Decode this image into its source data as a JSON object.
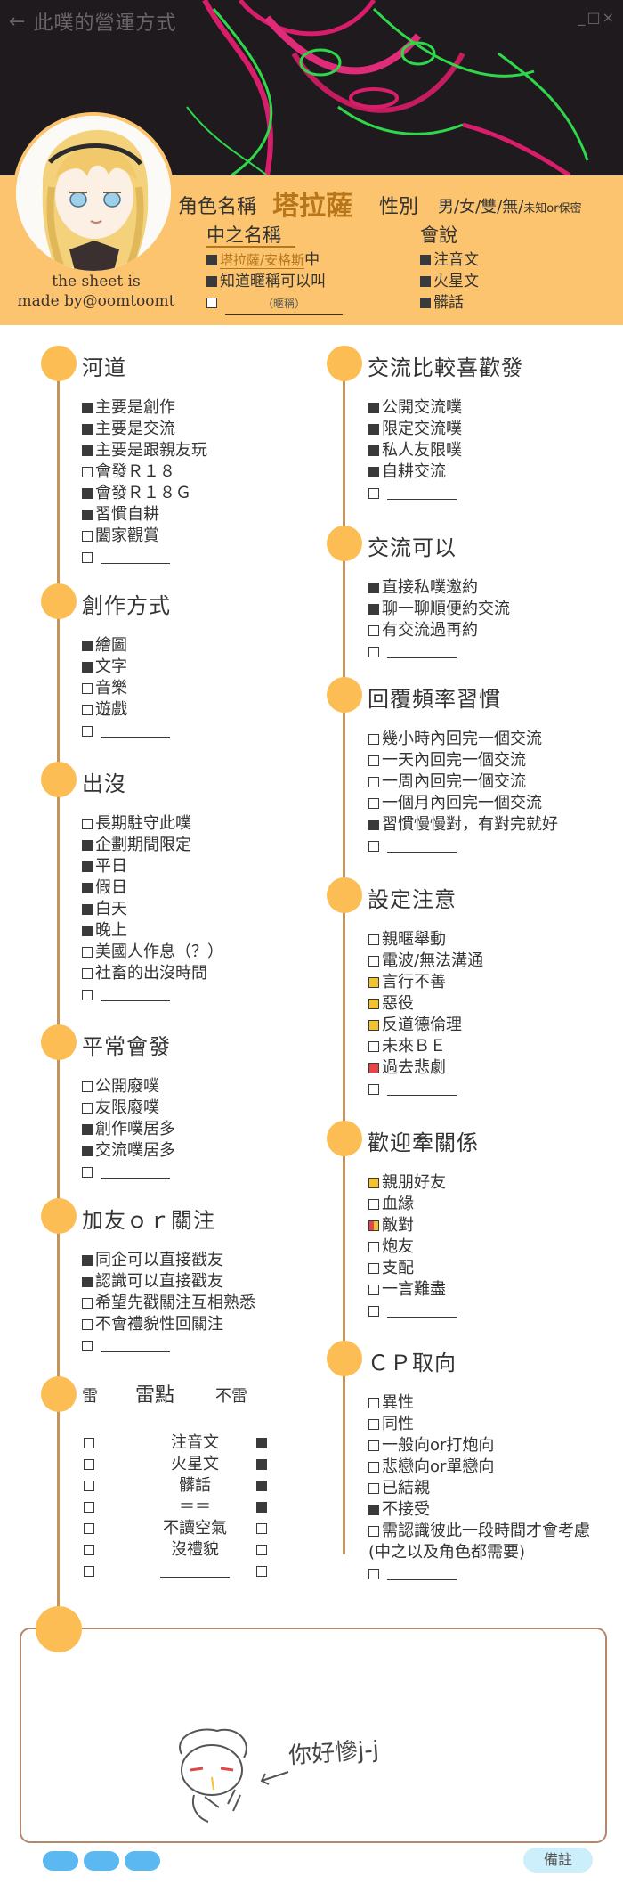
{
  "window": {
    "title": "此噗的營運方式",
    "back_icon": "back-arrow-icon",
    "controls": "_□×"
  },
  "colors": {
    "accent": "#fcc46e",
    "dot": "#fcbe54",
    "line": "#c4945b",
    "title": "#b8761a",
    "banner": "#1e1a1d",
    "pill": "#5bb8f0"
  },
  "credit": {
    "line1": "the sheet is",
    "line2": "made by@oomtoomt"
  },
  "profile": {
    "role_label": "角色名稱",
    "role_name": "塔拉薩",
    "gender_label": "性別",
    "gender_options": "男/女/雙/無/",
    "gender_small": "未知or保密",
    "nickname_title": "中之名稱",
    "nickname_items": [
      {
        "state": "f",
        "accent": "塔拉薩/安格斯",
        "text": "中"
      },
      {
        "state": "f",
        "text": "知道暱稱可以叫"
      },
      {
        "state": "o",
        "text": "",
        "hint": "（暱稱）"
      }
    ],
    "speech_title": "會說",
    "speech_items": [
      {
        "state": "f",
        "text": "注音文"
      },
      {
        "state": "f",
        "text": "火星文"
      },
      {
        "state": "f",
        "text": "髒話"
      }
    ]
  },
  "left_sections": [
    {
      "title": "河道",
      "items": [
        {
          "state": "f",
          "text": "主要是創作"
        },
        {
          "state": "f",
          "text": "主要是交流"
        },
        {
          "state": "f",
          "text": "主要是跟親友玩"
        },
        {
          "state": "o",
          "text": "會發Ｒ１８"
        },
        {
          "state": "f",
          "text": "會發Ｒ１８Ｇ"
        },
        {
          "state": "f",
          "text": "習慣自耕"
        },
        {
          "state": "o",
          "text": "闔家觀賞"
        },
        {
          "state": "o",
          "text": "",
          "blank": true
        }
      ]
    },
    {
      "title": "創作方式",
      "items": [
        {
          "state": "f",
          "text": "繪圖"
        },
        {
          "state": "f",
          "text": "文字"
        },
        {
          "state": "o",
          "text": "音樂"
        },
        {
          "state": "o",
          "text": "遊戲"
        },
        {
          "state": "o",
          "text": "",
          "blank": true
        }
      ]
    },
    {
      "title": "出沒",
      "items": [
        {
          "state": "o",
          "text": "長期駐守此噗"
        },
        {
          "state": "f",
          "text": "企劃期間限定"
        },
        {
          "state": "f",
          "text": "平日"
        },
        {
          "state": "f",
          "text": "假日"
        },
        {
          "state": "f",
          "text": "白天"
        },
        {
          "state": "f",
          "text": "晚上"
        },
        {
          "state": "o",
          "text": "美國人作息（？）"
        },
        {
          "state": "o",
          "text": "社畜的出沒時間"
        },
        {
          "state": "o",
          "text": "",
          "blank": true
        }
      ]
    },
    {
      "title": "平常會發",
      "items": [
        {
          "state": "o",
          "text": "公開廢噗"
        },
        {
          "state": "o",
          "text": "友限廢噗"
        },
        {
          "state": "f",
          "text": "創作噗居多"
        },
        {
          "state": "f",
          "text": "交流噗居多"
        },
        {
          "state": "o",
          "text": "",
          "blank": true
        }
      ]
    },
    {
      "title": "加友ｏｒ關注",
      "items": [
        {
          "state": "f",
          "text": "同企可以直接戳友"
        },
        {
          "state": "f",
          "text": "認識可以直接戳友"
        },
        {
          "state": "o",
          "text": "希望先戳關注互相熟悉"
        },
        {
          "state": "o",
          "text": "不會禮貌性回關注"
        },
        {
          "state": "o",
          "text": "",
          "blank": true
        }
      ]
    }
  ],
  "right_sections": [
    {
      "title": "交流比較喜歡發",
      "items": [
        {
          "state": "f",
          "text": "公開交流噗"
        },
        {
          "state": "f",
          "text": "限定交流噗"
        },
        {
          "state": "f",
          "text": "私人友限噗"
        },
        {
          "state": "f",
          "text": "自耕交流"
        },
        {
          "state": "o",
          "text": "",
          "blank": true
        }
      ]
    },
    {
      "title": "交流可以",
      "items": [
        {
          "state": "f",
          "text": "直接私噗邀約"
        },
        {
          "state": "f",
          "text": "聊一聊順便約交流"
        },
        {
          "state": "o",
          "text": "有交流過再約"
        },
        {
          "state": "o",
          "text": "",
          "blank": true
        }
      ]
    },
    {
      "title": "回覆頻率習慣",
      "items": [
        {
          "state": "o",
          "text": "幾小時內回完一個交流"
        },
        {
          "state": "o",
          "text": "一天內回完一個交流"
        },
        {
          "state": "o",
          "text": "一周內回完一個交流"
        },
        {
          "state": "o",
          "text": "一個月內回完一個交流"
        },
        {
          "state": "f",
          "text": "習慣慢慢對，有對完就好"
        },
        {
          "state": "o",
          "text": "",
          "blank": true
        }
      ]
    },
    {
      "title": "設定注意",
      "items": [
        {
          "state": "o",
          "text": "親暱舉動"
        },
        {
          "state": "o",
          "text": "電波/無法溝通"
        },
        {
          "state": "y",
          "text": "言行不善"
        },
        {
          "state": "y",
          "text": "惡役"
        },
        {
          "state": "y",
          "text": "反道德倫理"
        },
        {
          "state": "o",
          "text": "未來ＢＥ"
        },
        {
          "state": "r",
          "text": "過去悲劇"
        },
        {
          "state": "o",
          "text": "",
          "blank": true
        }
      ]
    },
    {
      "title": "歡迎牽關係",
      "items": [
        {
          "state": "y",
          "text": "親朋好友"
        },
        {
          "state": "o",
          "text": "血緣"
        },
        {
          "state": "ry",
          "text": "敵對"
        },
        {
          "state": "o",
          "text": "炮友"
        },
        {
          "state": "o",
          "text": "支配"
        },
        {
          "state": "o",
          "text": "一言難盡"
        },
        {
          "state": "o",
          "text": "",
          "blank": true
        }
      ]
    },
    {
      "title": "ＣＰ取向",
      "items": [
        {
          "state": "o",
          "text": "異性"
        },
        {
          "state": "o",
          "text": "同性"
        },
        {
          "state": "o",
          "text": "一般向or打炮向"
        },
        {
          "state": "o",
          "text": "悲戀向or單戀向"
        },
        {
          "state": "o",
          "text": "已結親"
        },
        {
          "state": "f",
          "text": "不接受"
        },
        {
          "state": "o",
          "text": "需認識彼此一段時間才會考慮"
        },
        {
          "state": "none",
          "text": "(中之以及角色都需要)"
        },
        {
          "state": "o",
          "text": "",
          "blank": true
        }
      ]
    }
  ],
  "lei": {
    "col_left": "雷",
    "col_mid": "雷點",
    "col_right": "不雷",
    "rows": [
      {
        "left": "o",
        "label": "注音文",
        "right": "f"
      },
      {
        "left": "o",
        "label": "火星文",
        "right": "f"
      },
      {
        "left": "o",
        "label": "髒話",
        "right": "f"
      },
      {
        "left": "o",
        "label": "＝＝",
        "right": "f"
      },
      {
        "left": "o",
        "label": "不讀空氣",
        "right": "o"
      },
      {
        "left": "o",
        "label": "沒禮貌",
        "right": "o"
      },
      {
        "left": "o",
        "label": "",
        "right": "o",
        "blank": true
      }
    ]
  },
  "note": {
    "handwriting": "你好慘j-j",
    "memo_label": "備註"
  }
}
